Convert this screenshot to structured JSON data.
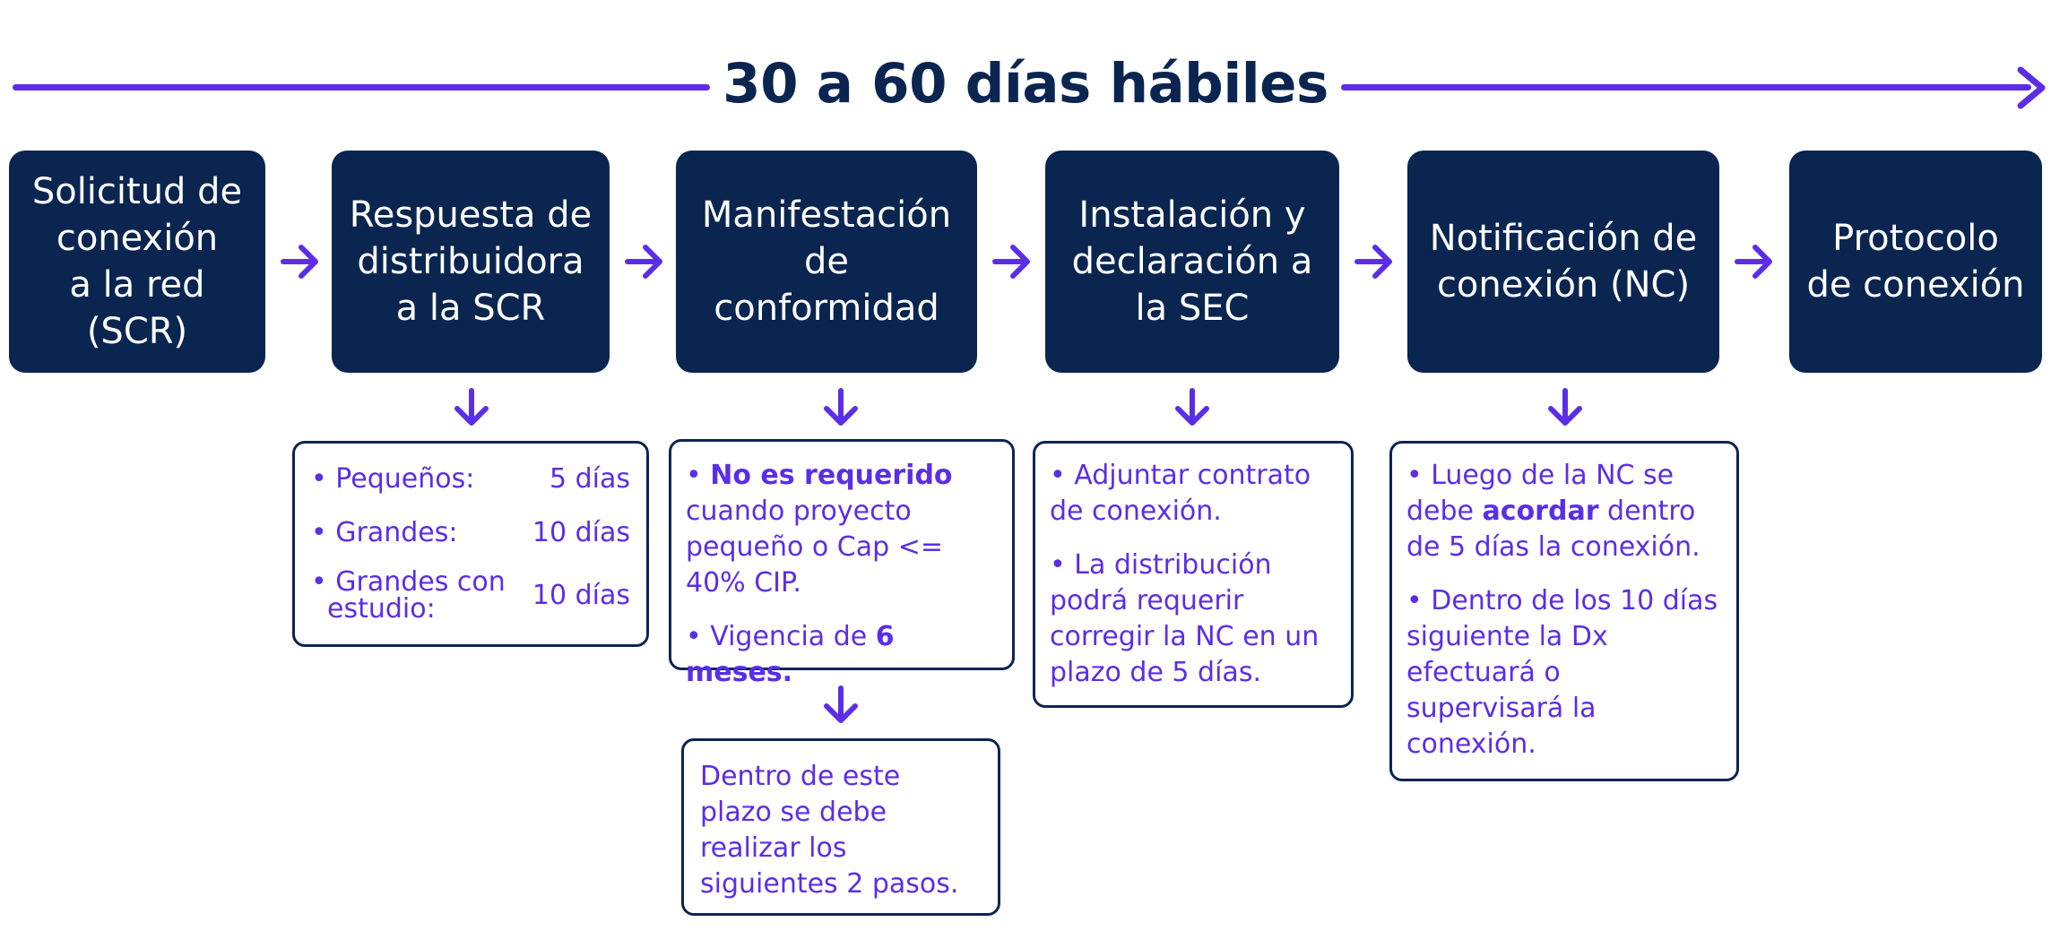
{
  "header": {
    "title": "30 a 60 días hábiles"
  },
  "steps": [
    {
      "lines": [
        "Solicitud de",
        "conexión",
        "a la red",
        "(SCR)"
      ]
    },
    {
      "lines": [
        "Respuesta de",
        "distribuidora",
        "a la SCR"
      ]
    },
    {
      "lines": [
        "Manifestación",
        "de",
        "conformidad"
      ]
    },
    {
      "lines": [
        "Instalación y",
        "declaración a",
        "la SEC"
      ]
    },
    {
      "lines": [
        "Notificación de",
        "conexión (NC)"
      ]
    },
    {
      "lines": [
        "Protocolo",
        "de conexión"
      ]
    }
  ],
  "details": {
    "response": {
      "rows": [
        {
          "label": "• Pequeños:",
          "value": "5 días"
        },
        {
          "label": "• Grandes:",
          "value": "10 días"
        },
        {
          "label_line1": "• Grandes con",
          "label_line2": "estudio:",
          "value": "10 días"
        }
      ]
    },
    "conformity": {
      "b1_bold": "No es requerido",
      "b1_rest_lines": [
        "cuando proyecto",
        "pequeño o Cap <=",
        "40% CIP."
      ],
      "b2_prefix": "• Vigencia de ",
      "b2_bold": "6 meses.",
      "bullet": "•"
    },
    "conformity_note": {
      "lines": [
        "Dentro de este",
        "plazo se debe",
        "realizar los",
        "siguientes 2 pasos."
      ]
    },
    "installation": {
      "b1_lines": [
        "• Adjuntar contrato",
        "de conexión."
      ],
      "b2_lines": [
        "• La distribución",
        "podrá requerir",
        "corregir la NC en un",
        "plazo de 5 días."
      ]
    },
    "notification": {
      "b1_line1": "• Luego de la NC se",
      "b1_pre": "debe ",
      "b1_bold": "acordar",
      "b1_post": " dentro",
      "b1_line3": "de 5 días la conexión.",
      "b2_lines": [
        "• Dentro de los 10 días",
        "siguiente la Dx",
        "efectuará o",
        "supervisará la",
        "conexión."
      ]
    }
  },
  "colors": {
    "navy": "#0b2551",
    "accent": "#5b2ee6",
    "background": "#ffffff"
  }
}
